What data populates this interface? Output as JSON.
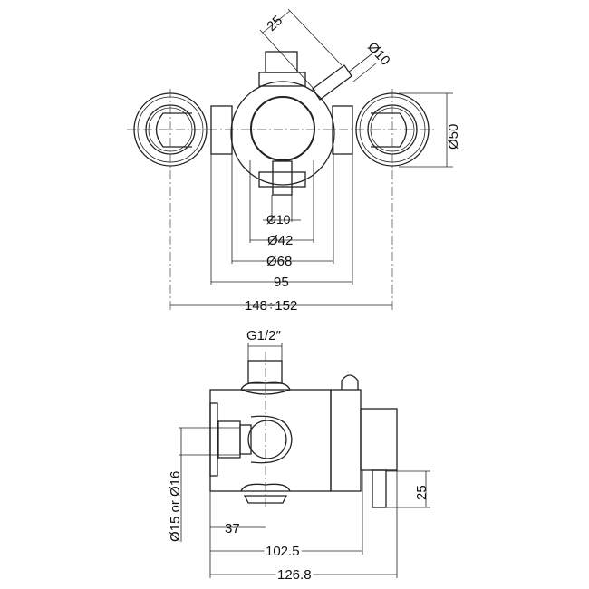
{
  "top_view": {
    "dims": {
      "lever_length": "25",
      "lever_diameter": "Ø10",
      "elbow_diameter": "Ø50",
      "bottom_lever_diameter": "Ø10",
      "inner_knob_diameter": "Ø42",
      "body_diameter": "Ø68",
      "body_width": "95",
      "centres": "148÷152"
    }
  },
  "side_view": {
    "dims": {
      "outlet_thread": "G1/2″",
      "inlet_pipe": "Ø15 or Ø16",
      "outlet_offset": "37",
      "body_depth": "102.5",
      "overall_depth": "126.8",
      "lever_drop": "25"
    }
  }
}
